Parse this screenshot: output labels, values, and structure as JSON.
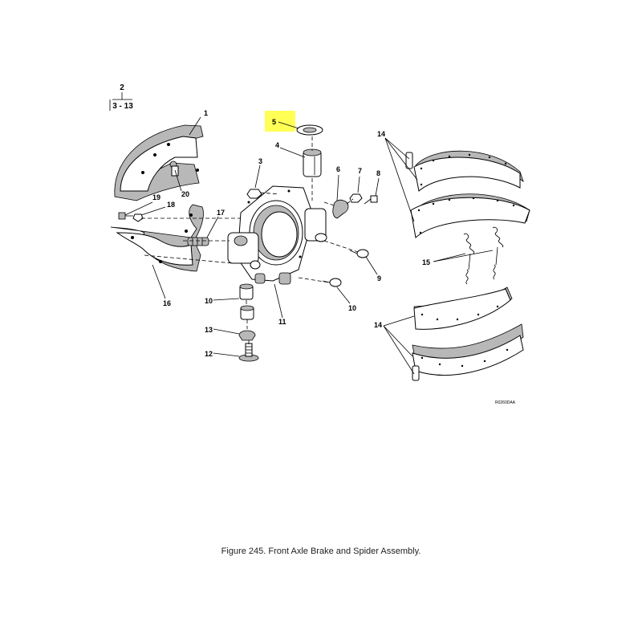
{
  "figure": {
    "caption": "Figure  245.    Front Axle Brake and Spider Assembly.",
    "drawing_code": "R0260DAA",
    "reference": {
      "top": "2",
      "bottom": "3 - 13"
    },
    "highlight_color": "#ffff55",
    "highlighted_item": "5"
  },
  "callouts": [
    {
      "id": "c1",
      "label": "1"
    },
    {
      "id": "c3",
      "label": "3"
    },
    {
      "id": "c4",
      "label": "4"
    },
    {
      "id": "c5",
      "label": "5"
    },
    {
      "id": "c6",
      "label": "6"
    },
    {
      "id": "c7",
      "label": "7"
    },
    {
      "id": "c8",
      "label": "8"
    },
    {
      "id": "c9",
      "label": "9"
    },
    {
      "id": "c10a",
      "label": "10"
    },
    {
      "id": "c10b",
      "label": "10"
    },
    {
      "id": "c11",
      "label": "11"
    },
    {
      "id": "c12",
      "label": "12"
    },
    {
      "id": "c13",
      "label": "13"
    },
    {
      "id": "c14a",
      "label": "14"
    },
    {
      "id": "c14b",
      "label": "14"
    },
    {
      "id": "c15",
      "label": "15"
    },
    {
      "id": "c16",
      "label": "16"
    },
    {
      "id": "c17",
      "label": "17"
    },
    {
      "id": "c18",
      "label": "18"
    },
    {
      "id": "c19",
      "label": "19"
    },
    {
      "id": "c20",
      "label": "20"
    }
  ]
}
